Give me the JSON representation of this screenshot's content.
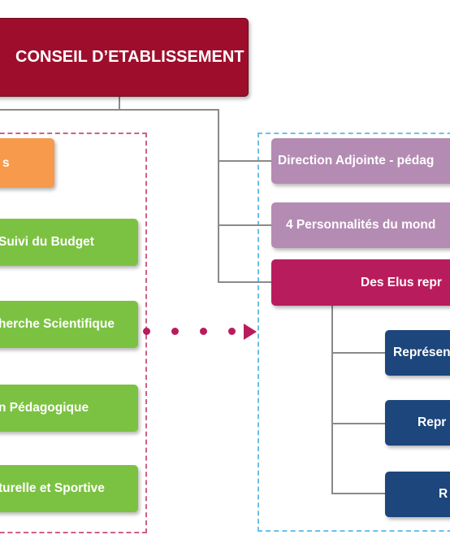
{
  "top": {
    "label": "CONSEIL D’ETABLISSEMENT"
  },
  "left_group": {
    "orange_label": "s",
    "items": [
      {
        "label": "Suivi du Budget"
      },
      {
        "label": "herche Scientifique"
      },
      {
        "label": "n Pédagogique"
      },
      {
        "label": "turelle et Sportive"
      }
    ]
  },
  "right_group": {
    "items": [
      {
        "label": "Direction Adjointe - pédag"
      },
      {
        "label": "4 Personnalités du mond"
      }
    ],
    "elus": {
      "label": "Des Elus repr"
    },
    "sub_items": [
      {
        "label": "Représen"
      },
      {
        "label": "Repr"
      },
      {
        "label": "R"
      }
    ]
  },
  "colors": {
    "top": "#9e0e2c",
    "orange": "#f79a4c",
    "green": "#7cc242",
    "purple": "#b48bb3",
    "magenta": "#b91c5c",
    "navy": "#1c467c",
    "left_dash": "#d0607f",
    "right_dash": "#6cc0e8"
  }
}
